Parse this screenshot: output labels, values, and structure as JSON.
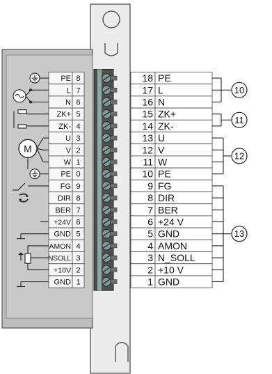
{
  "left_terminals": [
    {
      "label": "PE",
      "num": "8"
    },
    {
      "label": "L",
      "num": "7"
    },
    {
      "label": "N",
      "num": "6"
    },
    {
      "label": "ZK+",
      "num": "5"
    },
    {
      "label": "ZK-",
      "num": "4"
    },
    {
      "label": "U",
      "num": "3"
    },
    {
      "label": "V",
      "num": "2"
    },
    {
      "label": "W",
      "num": "1"
    },
    {
      "label": "PE",
      "num": "0"
    },
    {
      "label": "FG",
      "num": "9"
    },
    {
      "label": "DIR",
      "num": "8"
    },
    {
      "label": "BER",
      "num": "7"
    },
    {
      "label": "+24V",
      "num": "6"
    },
    {
      "label": "GND",
      "num": "5"
    },
    {
      "label": "AMON",
      "num": "4"
    },
    {
      "label": "NSOLL",
      "num": "3"
    },
    {
      "label": "+10V",
      "num": "2"
    },
    {
      "label": "GND",
      "num": "1"
    }
  ],
  "right_terminals": [
    {
      "num": "18",
      "label": "PE"
    },
    {
      "num": "17",
      "label": "L"
    },
    {
      "num": "16",
      "label": "N"
    },
    {
      "num": "15",
      "label": "ZK+"
    },
    {
      "num": "14",
      "label": "ZK-"
    },
    {
      "num": "13",
      "label": "U"
    },
    {
      "num": "12",
      "label": "V"
    },
    {
      "num": "11",
      "label": "W"
    },
    {
      "num": "10",
      "label": "PE"
    },
    {
      "num": "9",
      "label": "FG"
    },
    {
      "num": "8",
      "label": "DIR"
    },
    {
      "num": "7",
      "label": "BER"
    },
    {
      "num": "6",
      "label": "+24 V"
    },
    {
      "num": "5",
      "label": "GND"
    },
    {
      "num": "4",
      "label": "AMON"
    },
    {
      "num": "3",
      "label": "N_SOLL"
    },
    {
      "num": "2",
      "label": "+10 V"
    },
    {
      "num": "1",
      "label": "GND"
    }
  ],
  "callouts": [
    {
      "label": "10",
      "from": 0,
      "to": 2
    },
    {
      "label": "11",
      "from": 3,
      "to": 4
    },
    {
      "label": "12",
      "from": 5,
      "to": 8
    },
    {
      "label": "13",
      "from": 9,
      "to": 17
    }
  ],
  "symbols": [
    {
      "icon": "ground-icon",
      "row": 0
    },
    {
      "icon": "ac-source-icon",
      "row": 1
    },
    {
      "icon": "dc-link-icon",
      "row": 3
    },
    {
      "icon": "motor-icon",
      "row": 6
    },
    {
      "icon": "ground-icon",
      "row": 8
    },
    {
      "icon": "switch-icon",
      "row": 9
    },
    {
      "icon": "direction-icon",
      "row": 10
    },
    {
      "icon": "ground-icon",
      "row": 13
    },
    {
      "icon": "potentiometer-icon",
      "row": 15
    },
    {
      "icon": "ground-icon",
      "row": 17
    }
  ]
}
